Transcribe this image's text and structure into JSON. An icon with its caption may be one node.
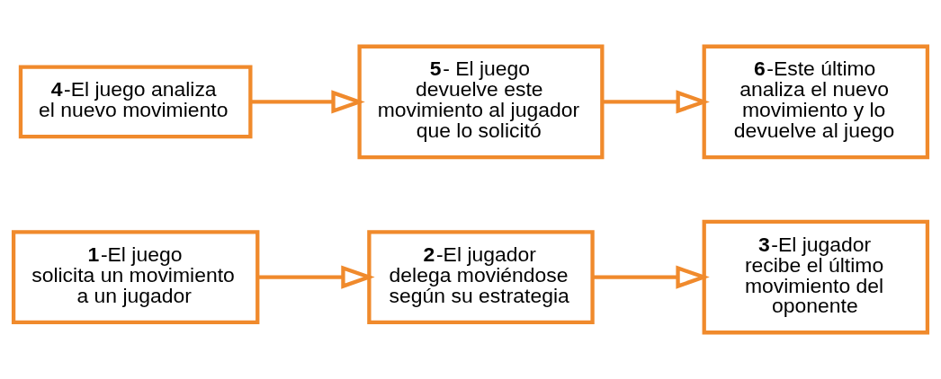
{
  "diagram": {
    "nodes": [
      {
        "text": [
          "**1**-El juego solicita un movimiento a un jugador"
        ]
      },
      {
        "text": [
          "**2**-El jugador delega moviéndose según su estrategia"
        ]
      },
      {
        "text": [
          "**3**-El jugador recibe el último movimiento del oponente"
        ]
      },
      {
        "text": [
          "**4**-El juego analiza el nuevo movimiento"
        ]
      },
      {
        "text": [
          "**5**- El juego devuelve este movimiento al jugador que lo solicitó"
        ]
      },
      {
        "text": [
          "**6**-Este último analiza el nuevo movimiento y lo devuelve al juego"
        ]
      }
    ],
    "edges": [
      {
        "from": 0,
        "to": 1,
        "arrow": "to"
      },
      {
        "from": 1,
        "to": 2,
        "arrow": "to"
      },
      {
        "from": 3,
        "to": 4,
        "arrow": "to"
      },
      {
        "from": 4,
        "to": 5,
        "arrow": "to"
      }
    ]
  }
}
